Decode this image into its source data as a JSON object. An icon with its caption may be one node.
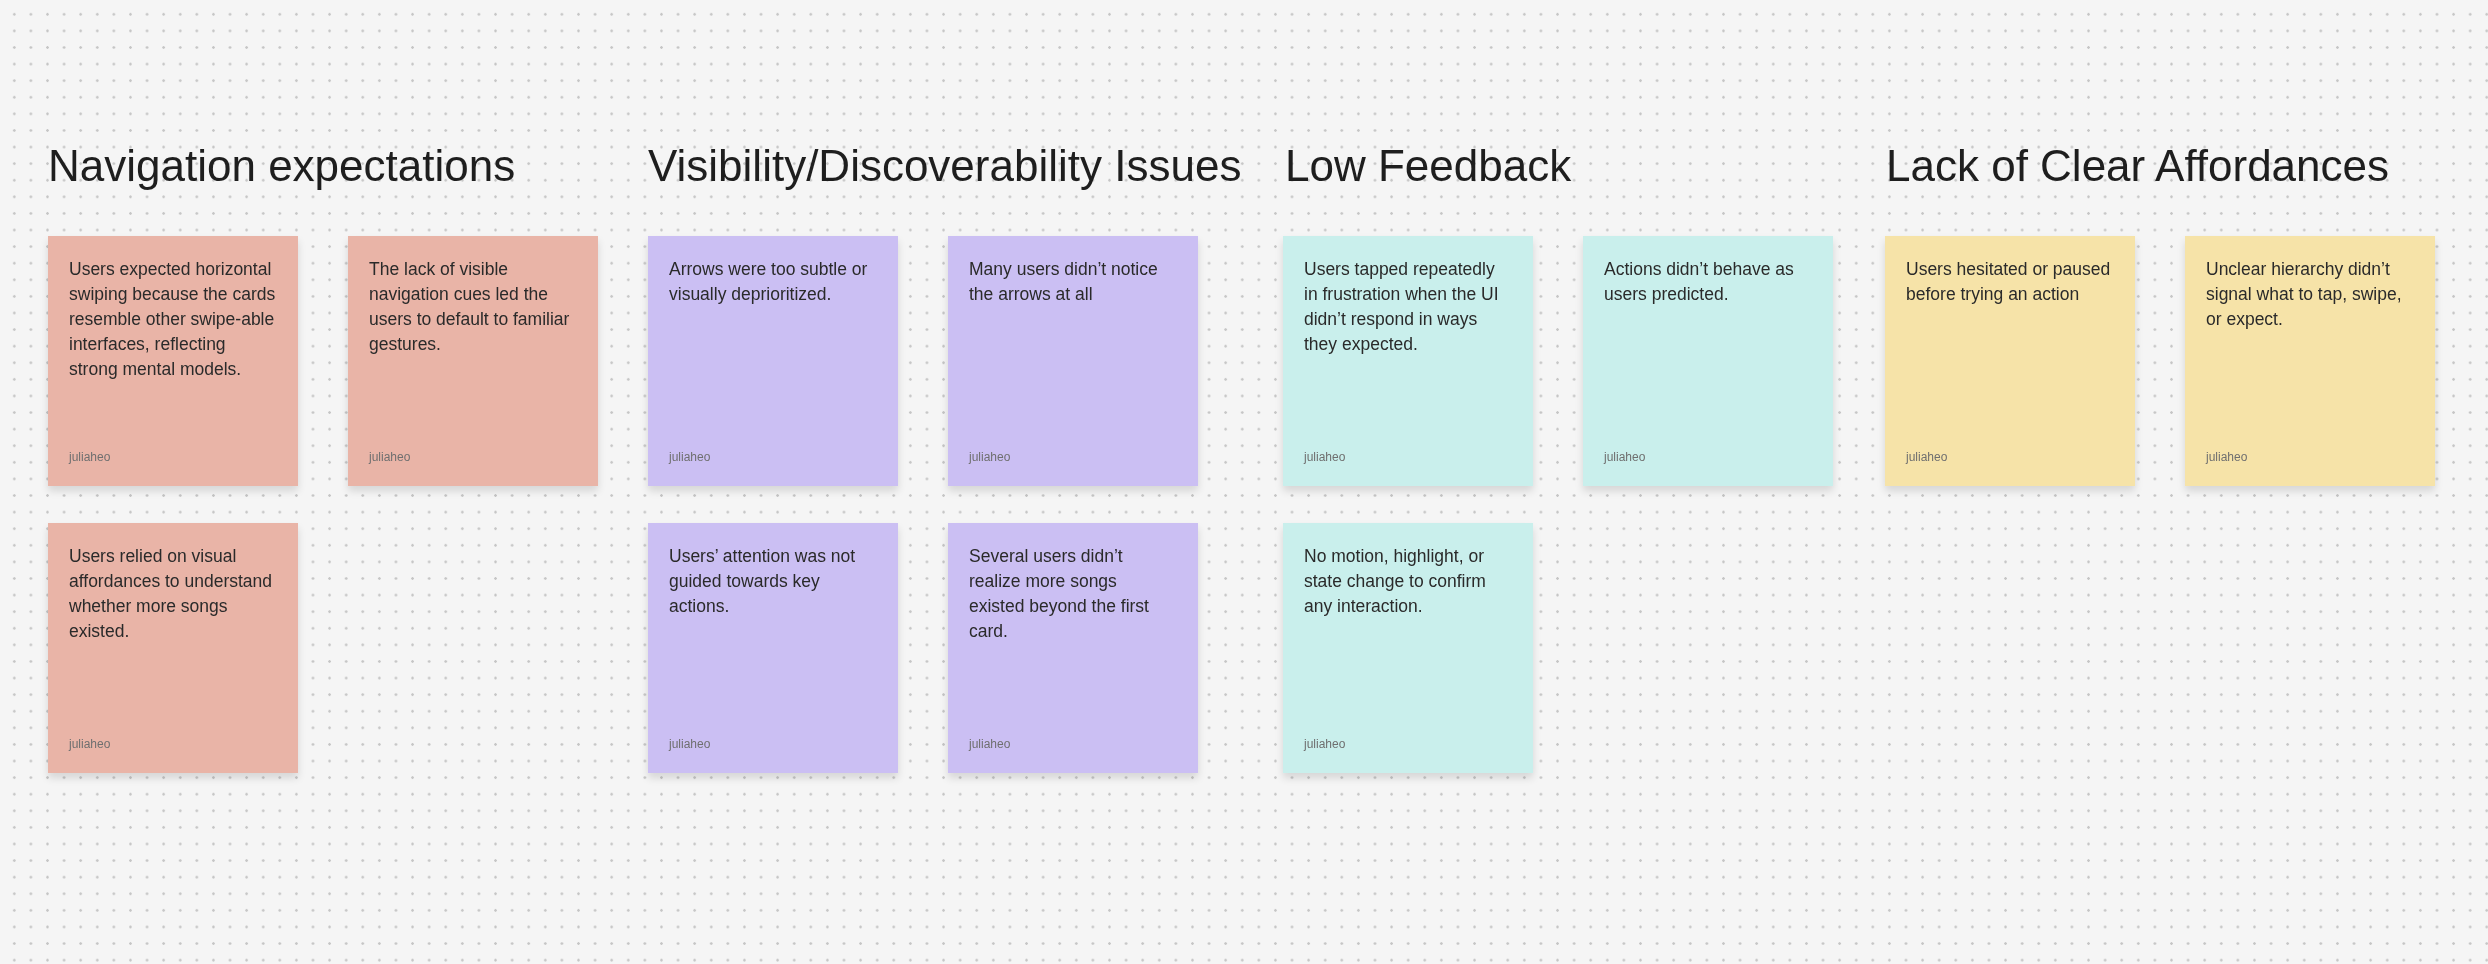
{
  "diagram": {
    "nodes": [
      {
        "text": [
          "Users expected horizontal swiping because the cards resemble other swipe-able interfaces, reflecting strong mental models.",
          "juliaheo"
        ]
      },
      {
        "text": [
          "The lack of visible navigation cues led the users to default to familiar gestures.",
          "juliaheo"
        ]
      },
      {
        "text": [
          "Users relied on visual affordances to understand whether more songs existed.",
          "juliaheo"
        ]
      },
      {
        "text": [
          "Arrows were too subtle or visually deprioritized.",
          "juliaheo"
        ]
      },
      {
        "text": [
          "Many users didn’t notice the arrows at all",
          "juliaheo"
        ]
      },
      {
        "text": [
          "Users’ attention was not guided towards key actions.",
          "juliaheo"
        ]
      },
      {
        "text": [
          "Several users didn’t realize more songs existed beyond the first card.",
          "juliaheo"
        ]
      },
      {
        "text": [
          "Users tapped repeatedly in frustration when the UI didn’t respond in ways they expected.",
          "juliaheo"
        ]
      },
      {
        "text": [
          "Actions didn’t behave as users predicted.",
          "juliaheo"
        ]
      },
      {
        "text": [
          "No motion, highlight, or state change to confirm any interaction.",
          "juliaheo"
        ]
      },
      {
        "text": [
          "Users hesitated or paused before trying an action",
          "juliaheo"
        ]
      },
      {
        "text": [
          "Unclear hierarchy didn’t signal what to tap, swipe, or expect.",
          "juliaheo"
        ]
      }
    ],
    "labels": [
      "Navigation expectations",
      "Visibility/Discoverability Issues",
      "Low Feedback",
      "Lack of Clear Affordances"
    ]
  }
}
